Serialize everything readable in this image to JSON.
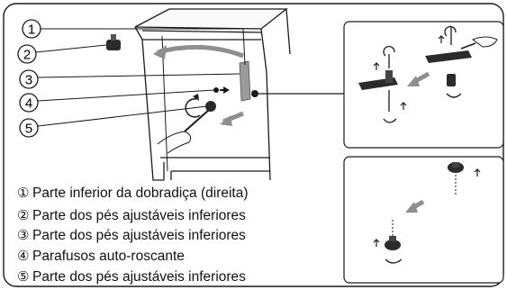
{
  "callouts": [
    {
      "marker": "①",
      "label": "Parte inferior da dobradiça (direita)"
    },
    {
      "marker": "②",
      "label": "Parte dos pés ajustáveis inferiores"
    },
    {
      "marker": "③",
      "label": "Parte dos pés ajustáveis inferiores"
    },
    {
      "marker": "④",
      "label": "Parafusos auto-roscante"
    },
    {
      "marker": "⑤",
      "label": "Parte dos pés ajustáveis inferiores"
    }
  ],
  "callout_numbers": [
    "1",
    "2",
    "3",
    "4",
    "5"
  ],
  "icons": [
    "refrigerator-cabinet",
    "adjustable-foot",
    "hinge-bracket",
    "screw",
    "screwdriver-hand",
    "rotation-arrow"
  ],
  "colors": {
    "line": "#1a1a1a",
    "accent_gray": "#8f8f8f",
    "dark_part": "#2b2b2b"
  }
}
